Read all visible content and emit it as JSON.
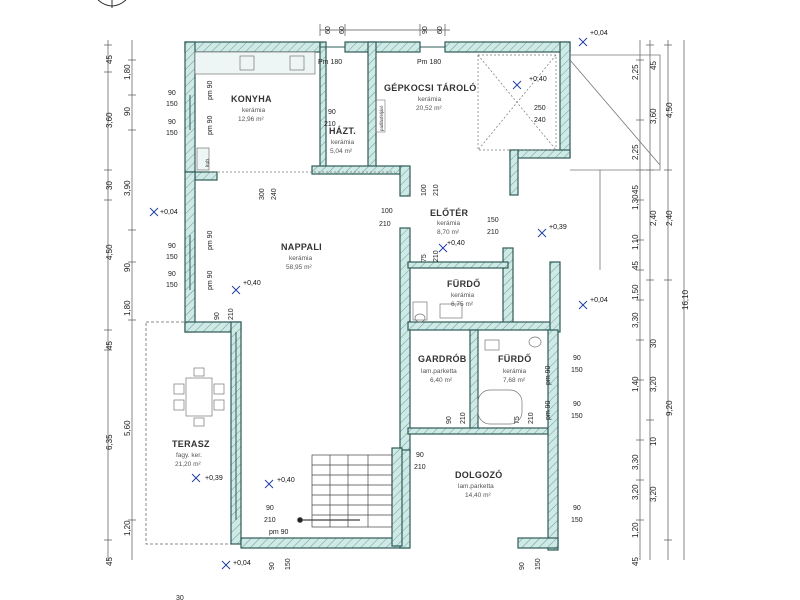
{
  "rooms": {
    "konyha": {
      "name": "KONYHA",
      "material": "kerámia",
      "area": "12,96 m²"
    },
    "hazt": {
      "name": "HÁZT.",
      "material": "kerámia",
      "area": "5,04 m²"
    },
    "gepkocsi": {
      "name": "GÉPKOCSI TÁROLÓ",
      "material": "kerámia",
      "area": "20,52 m²"
    },
    "eloter": {
      "name": "ELŐTÉR",
      "material": "kerámia",
      "area": "8,70 m²"
    },
    "nappali": {
      "name": "NAPPALI",
      "material": "kerámia",
      "area": "58,95 m²"
    },
    "furdo1": {
      "name": "FÜRDŐ",
      "material": "kerámia",
      "area": "6,75 m²"
    },
    "gardrob": {
      "name": "GARDRÓB",
      "material": "lam.parketta",
      "area": "6,40 m²"
    },
    "furdo2": {
      "name": "FÜRDŐ",
      "material": "kerámia",
      "area": "7,68 m²"
    },
    "terasz": {
      "name": "TERASZ",
      "material": "fagy. ker.",
      "area": "21,20 m²"
    },
    "dolgozo": {
      "name": "DOLGOZÓ",
      "material": "lam.parketta",
      "area": "14,40 m²"
    }
  },
  "levels": {
    "l1": "+0,04",
    "l2": "+0,40",
    "l3": "+0,04",
    "l4": "+0,39",
    "l5": "+0,40",
    "l6": "+0,40",
    "l7": "+0,04",
    "l8": "+0,39",
    "l9": "+0,40",
    "l10": "+0,04"
  },
  "top_dims": {
    "d60a": "60",
    "d60b": "60",
    "d90a": "90",
    "d60c": "60",
    "pm180a": "Pm 180",
    "pm180b": "Pm 180"
  },
  "left_outer": {
    "a": "45",
    "b": "3,60",
    "c": "30",
    "d": "4,50",
    "e": "45",
    "f": "6,35",
    "g": "45"
  },
  "left_inner": {
    "a": "1,80",
    "b": "90",
    "c": "3,90",
    "d": "90",
    "e": "1,80",
    "f": "5,60",
    "g": "1,20"
  },
  "right_a": {
    "a": "2,25",
    "b": "2,25",
    "c": "45",
    "d": "1,30",
    "e": "1,10",
    "f": "45",
    "g": "1,50",
    "h": "3,30",
    "i": "30",
    "j": "1,40",
    "k": "10",
    "l": "3,30",
    "m": "3,20",
    "n": "1,20",
    "o": "45"
  },
  "right_b": {
    "a": "45",
    "b": "3,60",
    "c": "2,40",
    "d": "3,20",
    "e": "3,20"
  },
  "right_c": {
    "a": "4,50",
    "b": "2,40",
    "c": "9,20"
  },
  "right_d": {
    "a": "16,10"
  },
  "openings": {
    "w1a": "90",
    "w1b": "150",
    "w2a": "90",
    "w2b": "150",
    "w3a": "90",
    "w3b": "150",
    "w4a": "90",
    "w4b": "150",
    "pmk1": "pm 90",
    "pmk2": "pm 90",
    "pmn1": "pm 90",
    "pmn2": "pm 90",
    "h90": "90",
    "h210": "210",
    "k300": "300",
    "k240": "240",
    "g250": "250",
    "g240": "240",
    "e100": "100",
    "e210": "210",
    "v100": "100",
    "v210": "210",
    "f150": "150",
    "f210": "210",
    "f75": "75",
    "f210b": "210",
    "n90": "90",
    "n210": "210",
    "gr90": "90",
    "gr210": "210",
    "fu75": "75",
    "fu210": "210",
    "pmf": "pm 90",
    "pmf2": "pm 90",
    "r90a": "90",
    "r150a": "150",
    "r90b": "90",
    "r150b": "150",
    "r90c": "90",
    "r150c": "150",
    "st90": "90",
    "st210": "210",
    "b90": "90",
    "b210": "210",
    "pmb": "pm 90",
    "bb90": "90",
    "bb150": "150",
    "bb90b": "90",
    "bb150b": "150",
    "b30": "30"
  },
  "labels": {
    "kub": "kub.",
    "padlas": "padlásfeljáró"
  }
}
